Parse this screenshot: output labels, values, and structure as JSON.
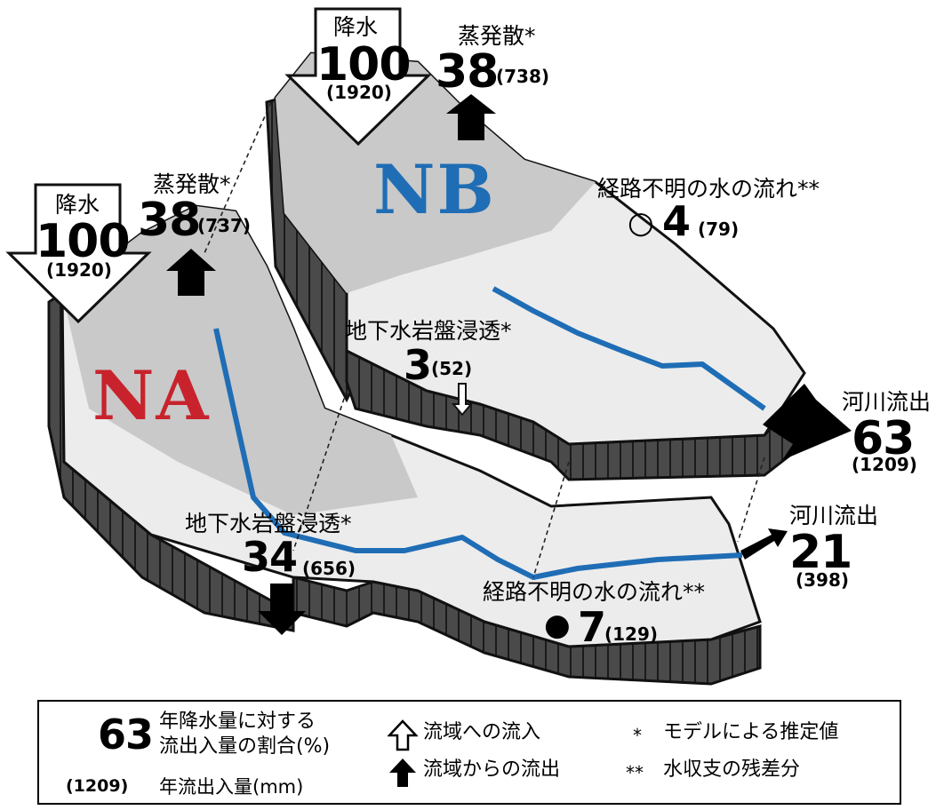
{
  "basins": {
    "na": {
      "name": "NA",
      "color": "#c8232c"
    },
    "nb": {
      "name": "NB",
      "color": "#1f6db5"
    }
  },
  "colors": {
    "river": "#1f6db5",
    "wall": "#3a3a3a",
    "surface_light": "#ececec",
    "surface_dark": "#c9c9c9"
  },
  "nb": {
    "precip": {
      "label": "降水",
      "value": "100",
      "mm": "(1920)"
    },
    "evap": {
      "label": "蒸発散*",
      "value": "38",
      "mm": "(738)"
    },
    "unknown": {
      "label": "経路不明の水の流れ**",
      "symbol": "○",
      "value": "4",
      "mm": "(79)"
    },
    "groundwater": {
      "label": "地下水岩盤浸透*",
      "value": "3",
      "mm": "(52)"
    },
    "river": {
      "label": "河川流出",
      "value": "63",
      "mm": "(1209)"
    }
  },
  "na": {
    "precip": {
      "label": "降水",
      "value": "100",
      "mm": "(1920)"
    },
    "evap": {
      "label": "蒸発散*",
      "value": "38",
      "mm": "(737)"
    },
    "groundwater": {
      "label": "地下水岩盤浸透*",
      "value": "34",
      "mm": "(656)"
    },
    "unknown": {
      "label": "経路不明の水の流れ**",
      "symbol": "●",
      "value": "7",
      "mm": "(129)"
    },
    "river": {
      "label": "河川流出",
      "value": "21",
      "mm": "(398)"
    }
  },
  "legend": {
    "example_value": "63",
    "ratio_line1": "年降水量に対する",
    "ratio_line2": "流出入量の割合(%)",
    "example_mm": "(1209)",
    "annual_label": "年流出入量(mm)",
    "inflow": "流域への流入",
    "outflow": "流域からの流出",
    "star1_symbol": "*",
    "star1_text": "モデルによる推定値",
    "star2_symbol": "**",
    "star2_text": "水収支の残差分"
  }
}
